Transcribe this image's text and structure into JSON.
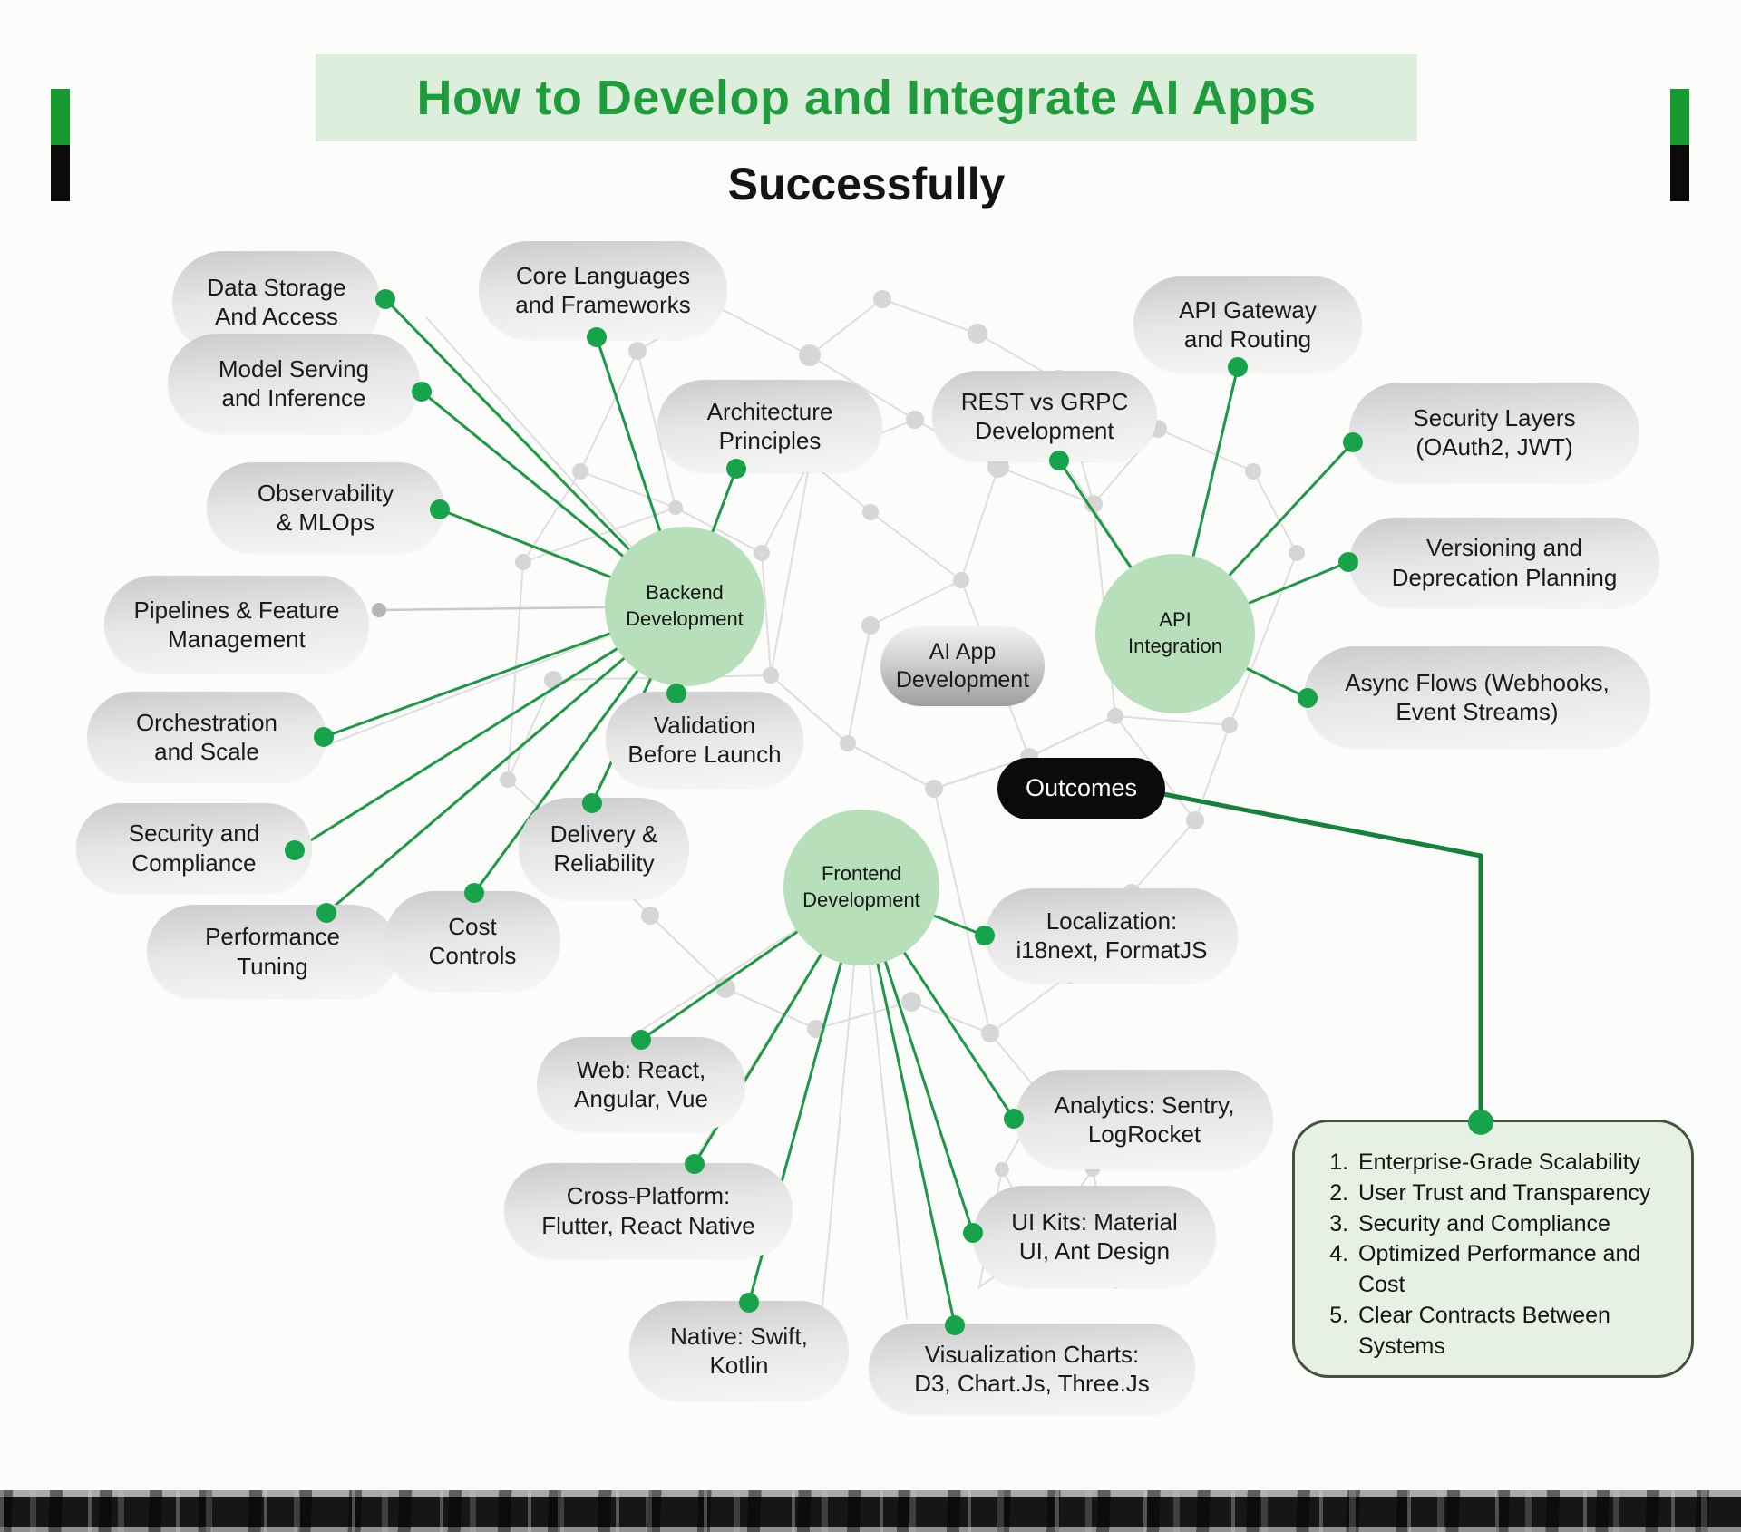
{
  "header": {
    "title": "How to Develop and Integrate AI Apps",
    "subtitle": "Successfully"
  },
  "hubs": {
    "backend": "Backend\nDevelopment",
    "api": "API\nIntegration",
    "frontend": "Frontend\nDevelopment"
  },
  "center": {
    "ai_app": "AI App\nDevelopment",
    "outcomes": "Outcomes"
  },
  "nodes": {
    "data_storage": "Data Storage\nAnd Access",
    "model_serving": "Model Serving\nand Inference",
    "observability": "Observability\n& MLOps",
    "pipelines": "Pipelines & Feature\nManagement",
    "orchestration": "Orchestration\nand Scale",
    "security_compliance": "Security and\nCompliance",
    "performance_tuning": "Performance\nTuning",
    "cost_controls": "Cost\nControls",
    "delivery_reliability": "Delivery &\nReliability",
    "validation": "Validation\nBefore Launch",
    "core_languages": "Core Languages\nand Frameworks",
    "architecture": "Architecture\nPrinciples",
    "rest_grpc": "REST vs GRPC\nDevelopment",
    "api_gateway": "API Gateway\nand Routing",
    "security_layers": "Security Layers\n(OAuth2, JWT)",
    "versioning": "Versioning and\nDeprecation Planning",
    "async_flows": "Async Flows (Webhooks,\nEvent Streams)",
    "localization": "Localization:\ni18next, FormatJS",
    "analytics": "Analytics: Sentry,\nLogRocket",
    "ui_kits": "UI Kits: Material\nUI, Ant Design",
    "visualization": "Visualization Charts:\nD3, Chart.Js, Three.Js",
    "web": "Web: React,\nAngular, Vue",
    "cross_platform": "Cross-Platform:\nFlutter, React Native",
    "native": "Native: Swift,\nKotlin"
  },
  "outcomes_box": {
    "items": [
      "Enterprise-Grade Scalability",
      "User Trust and Transparency",
      "Security and Compliance",
      "Optimized Performance and Cost",
      "Clear Contracts Between Systems"
    ]
  },
  "colors": {
    "accent_green": "#1e9746",
    "dot_green": "#17a349",
    "title_green": "#1f9c3b",
    "title_highlight_bg": "#deeedd",
    "hub_circle_green": "#b7e0ba",
    "outcomes_box_bg": "#e6f1e4",
    "pill_gray": "#e0e0e0",
    "black": "#0b0b0b"
  }
}
